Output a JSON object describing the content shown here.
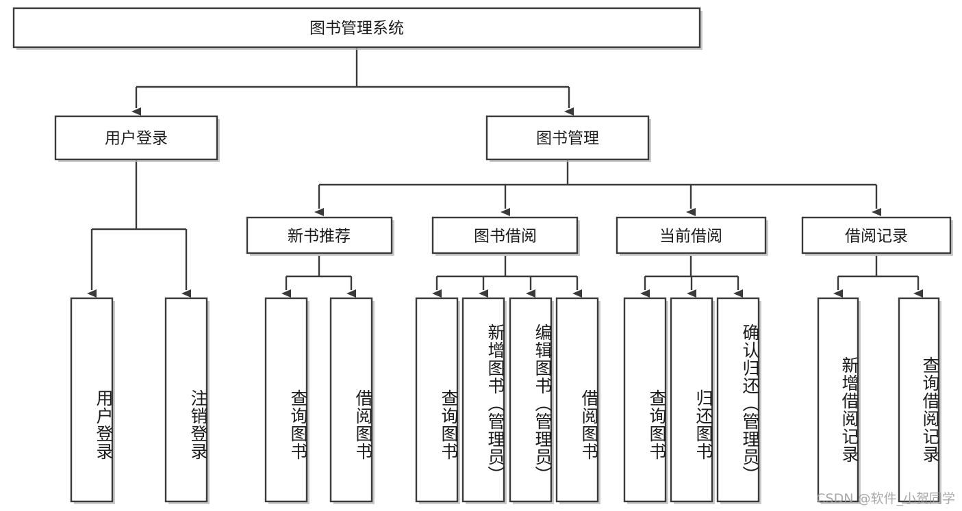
{
  "diagram": {
    "type": "tree",
    "title": "图书管理系统",
    "orientation": "top-down",
    "style": {
      "background": "#ffffff",
      "node_fill": "#ffffff",
      "node_stroke": "#3a3a3a",
      "text_color": "#1b1b1b",
      "watermark_color": "#9a9a9a"
    },
    "root": {
      "label": "图书管理系统",
      "id": "root"
    },
    "level2": [
      {
        "id": "user-login",
        "label": "用户登录"
      },
      {
        "id": "book-manage",
        "label": "图书管理"
      }
    ],
    "level3": [
      {
        "id": "new-book-recommend",
        "label": "新书推荐",
        "parent": "book-manage"
      },
      {
        "id": "book-borrow",
        "label": "图书借阅",
        "parent": "book-manage"
      },
      {
        "id": "current-borrow",
        "label": "当前借阅",
        "parent": "book-manage"
      },
      {
        "id": "borrow-record",
        "label": "借阅记录",
        "parent": "book-manage"
      }
    ],
    "leaves": {
      "user-login": [
        {
          "id": "leaf-user-login",
          "label": "用户登录"
        },
        {
          "id": "leaf-logout-login",
          "label": "注销登录"
        }
      ],
      "new-book-recommend": [
        {
          "id": "leaf-query-book-1",
          "label": "查询图书"
        },
        {
          "id": "leaf-borrow-book-1",
          "label": "借阅图书"
        }
      ],
      "book-borrow": [
        {
          "id": "leaf-query-book-2",
          "label": "查询图书"
        },
        {
          "id": "leaf-add-book",
          "label": "新增图书（管理员）"
        },
        {
          "id": "leaf-edit-book",
          "label": "编辑图书（管理员）"
        },
        {
          "id": "leaf-borrow-book-2",
          "label": "借阅图书"
        }
      ],
      "current-borrow": [
        {
          "id": "leaf-query-book-3",
          "label": "查询图书"
        },
        {
          "id": "leaf-return-book",
          "label": "归还图书"
        },
        {
          "id": "leaf-confirm-return",
          "label": "确认归还（管理员）"
        }
      ],
      "borrow-record": [
        {
          "id": "leaf-add-record",
          "label": "新增借阅记录"
        },
        {
          "id": "leaf-query-record",
          "label": "查询借阅记录"
        }
      ]
    },
    "watermark": "CSDN @软件_小贺同学"
  }
}
